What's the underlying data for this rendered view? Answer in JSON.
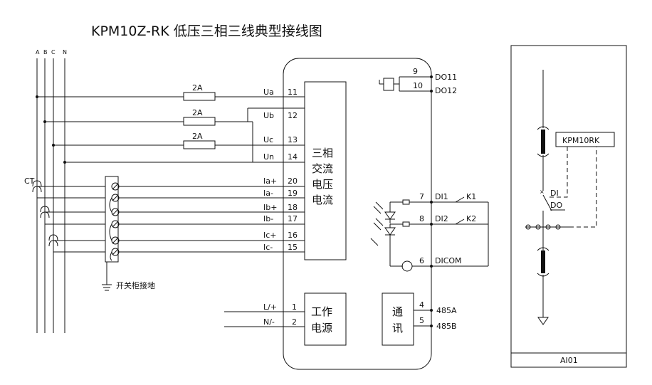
{
  "title": "KPM10Z-RK  低压三相三线典型接线图",
  "phases": [
    "A",
    "B",
    "C",
    "N"
  ],
  "fuses": [
    "2A",
    "2A",
    "2A"
  ],
  "voltage_terminals": [
    {
      "label": "Ua",
      "num": "11"
    },
    {
      "label": "Ub",
      "num": "12"
    },
    {
      "label": "Uc",
      "num": "13"
    },
    {
      "label": "Un",
      "num": "14"
    }
  ],
  "current_terminals": [
    {
      "label": "Ia+",
      "num": "20"
    },
    {
      "label": "Ia-",
      "num": "19"
    },
    {
      "label": "Ib+",
      "num": "18"
    },
    {
      "label": "Ib-",
      "num": "17"
    },
    {
      "label": "Ic+",
      "num": "16"
    },
    {
      "label": "Ic-",
      "num": "15"
    }
  ],
  "ct_label": "CT",
  "ground_label": "开关柜接地",
  "measure_block": [
    "三相",
    "交流",
    "电压",
    "电流"
  ],
  "power_terminals": [
    {
      "label": "L/+",
      "num": "1"
    },
    {
      "label": "N/-",
      "num": "2"
    }
  ],
  "power_block": [
    "工作",
    "电源"
  ],
  "comm_block": [
    "通",
    "讯"
  ],
  "comm_terminals": [
    {
      "num": "4",
      "label": "485A"
    },
    {
      "num": "5",
      "label": "485B"
    }
  ],
  "do_terminals": [
    {
      "num": "9",
      "label": "DO11"
    },
    {
      "num": "10",
      "label": "DO12"
    }
  ],
  "di_terminals": [
    {
      "num": "7",
      "label": "DI1",
      "switch": "K1"
    },
    {
      "num": "8",
      "label": "DI2",
      "switch": "K2"
    },
    {
      "num": "6",
      "label": "DICOM",
      "switch": ""
    }
  ],
  "side_panel": {
    "device": "KPM10RK",
    "di_label": "DI",
    "do_label": "DO",
    "footer": "AI01"
  }
}
